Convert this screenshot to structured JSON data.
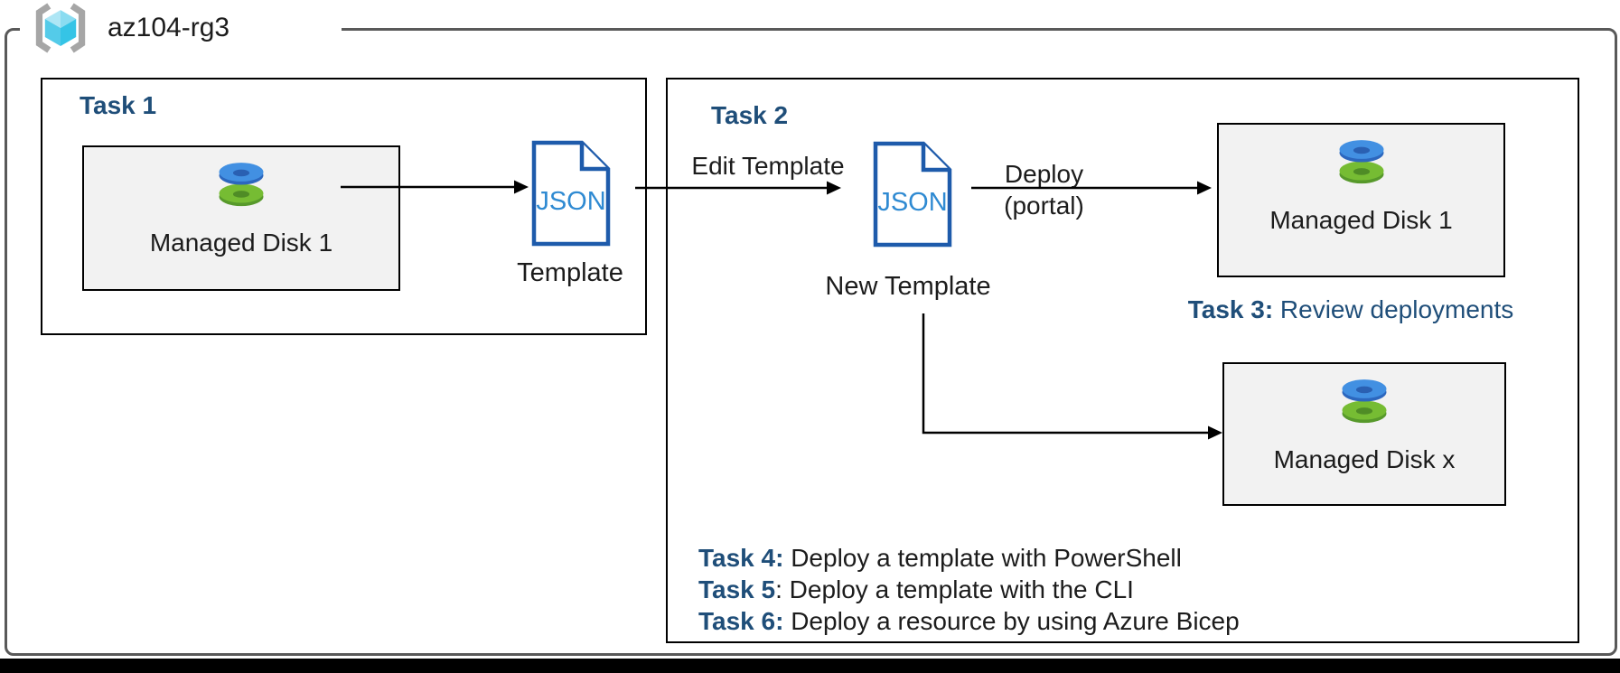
{
  "colors": {
    "task_title_blue": "#1F4E79",
    "json_doc_border_blue": "#1E5BAB",
    "json_doc_text_blue": "#2F8AD2",
    "disk_blue": "#4290E2",
    "disk_green": "#76BC33",
    "resource_box_gray": "#F2F2F2",
    "outer_border_gray": "#595959",
    "cube_cyan": "#54CBE9"
  },
  "resource_group": {
    "name": "az104-rg3"
  },
  "task1": {
    "title": "Task 1",
    "disk_label": "Managed Disk 1",
    "json_text": "JSON",
    "template_label": "Template"
  },
  "connectors": {
    "edit_template": "Edit Template",
    "deploy": "Deploy",
    "deploy_sub": "(portal)"
  },
  "task2": {
    "title": "Task 2",
    "json_text": "JSON",
    "new_template_label": "New Template",
    "disk_top_label": "Managed Disk 1",
    "task3_prefix": "Task 3:",
    "task3_text": " Review deployments",
    "disk_bottom_label": "Managed Disk x",
    "tasks": [
      {
        "prefix": "Task 4:",
        "text": " Deploy a template with PowerShell"
      },
      {
        "prefix": "Task 5",
        "text": ": Deploy a template with the CLI"
      },
      {
        "prefix": "Task 6:",
        "text": " Deploy a resource by using Azure Bicep"
      }
    ]
  }
}
